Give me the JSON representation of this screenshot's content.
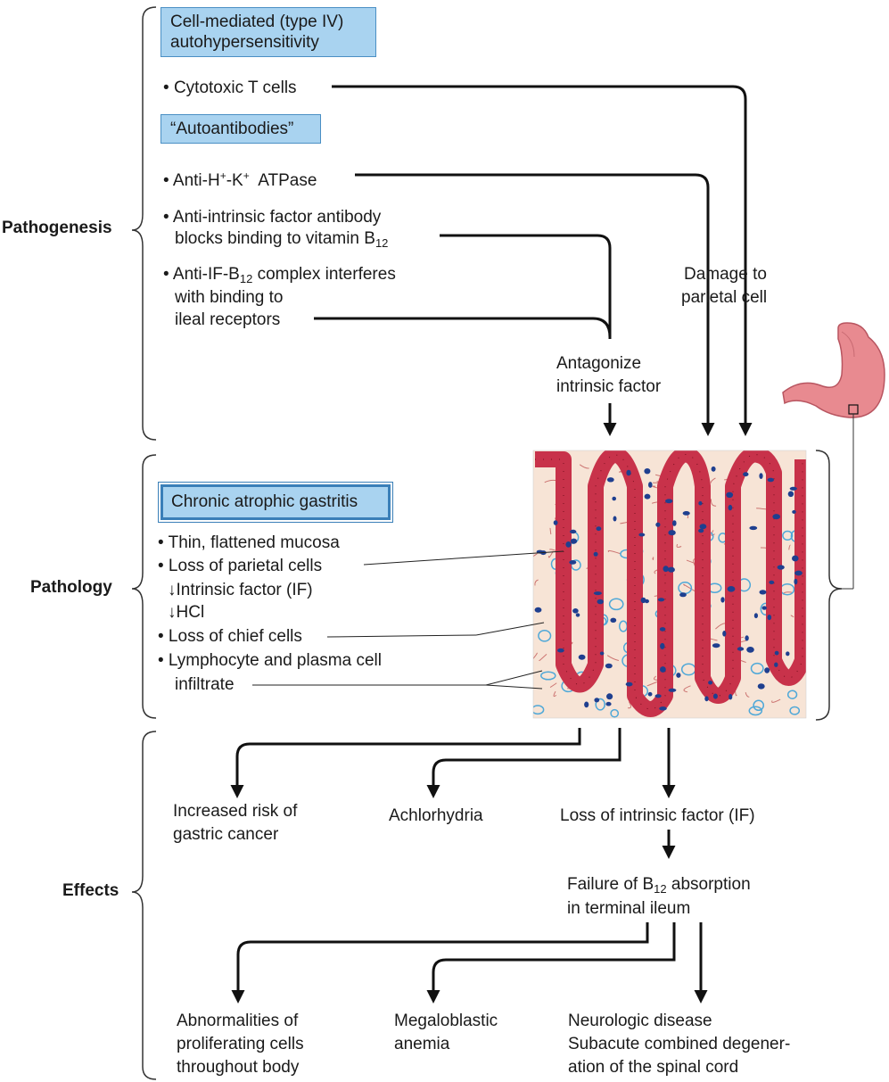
{
  "sections": {
    "pathogenesis": "Pathogenesis",
    "pathology": "Pathology",
    "effects": "Effects"
  },
  "pathogenesis": {
    "cell_mediated_box": [
      "Cell-mediated (type IV)",
      "autohypersensitivity"
    ],
    "cytotoxic": "Cytotoxic T cells",
    "autoantibodies_box": "“Autoantibodies”",
    "anti_hk": {
      "pre": "Anti-H",
      "sup1": "+",
      "mid": "-K",
      "sup2": "+",
      "post": "  ATPase"
    },
    "anti_if": {
      "line1": "Anti-intrinsic factor antibody",
      "line2_pre": "blocks binding to vitamin B",
      "line2_sub": "12"
    },
    "anti_ifb12": {
      "line1_pre": "Anti-IF-B",
      "line1_sub": "12",
      "line1_post": " complex interferes",
      "line2": "with binding to",
      "line3": "ileal receptors"
    },
    "antagonize": [
      "Antagonize",
      "intrinsic factor"
    ],
    "damage": [
      "Damage to",
      "parietal cell"
    ]
  },
  "pathology": {
    "title_box": "Chronic atrophic gastritis",
    "items": [
      "• Thin, flattened mucosa",
      "• Loss of parietal cells",
      "↓Intrinsic factor (IF)",
      "↓HCl",
      "• Loss of chief cells",
      "• Lymphocyte and plasma cell",
      "infiltrate"
    ]
  },
  "effects": {
    "risk": [
      "Increased risk of",
      "gastric cancer"
    ],
    "achlorhydria": "Achlorhydria",
    "loss_if": "Loss of intrinsic factor (IF)",
    "failure": {
      "pre": "Failure of B",
      "sub": "12",
      "post": " absorption",
      "line2": "in terminal ileum"
    },
    "abnormalities": [
      "Abnormalities of",
      "proliferating cells",
      "throughout body"
    ],
    "megaloblastic": [
      "Megaloblastic",
      "anemia"
    ],
    "neurologic": [
      "Neurologic disease",
      "Subacute combined degener-",
      "ation of the spinal cord"
    ]
  },
  "colors": {
    "box_fill": "#a9d3f0",
    "box_border": "#4a8fc4",
    "epithelium": "#c8324a",
    "lamina": "#f7e4d6",
    "stomach": "#e88a90"
  }
}
